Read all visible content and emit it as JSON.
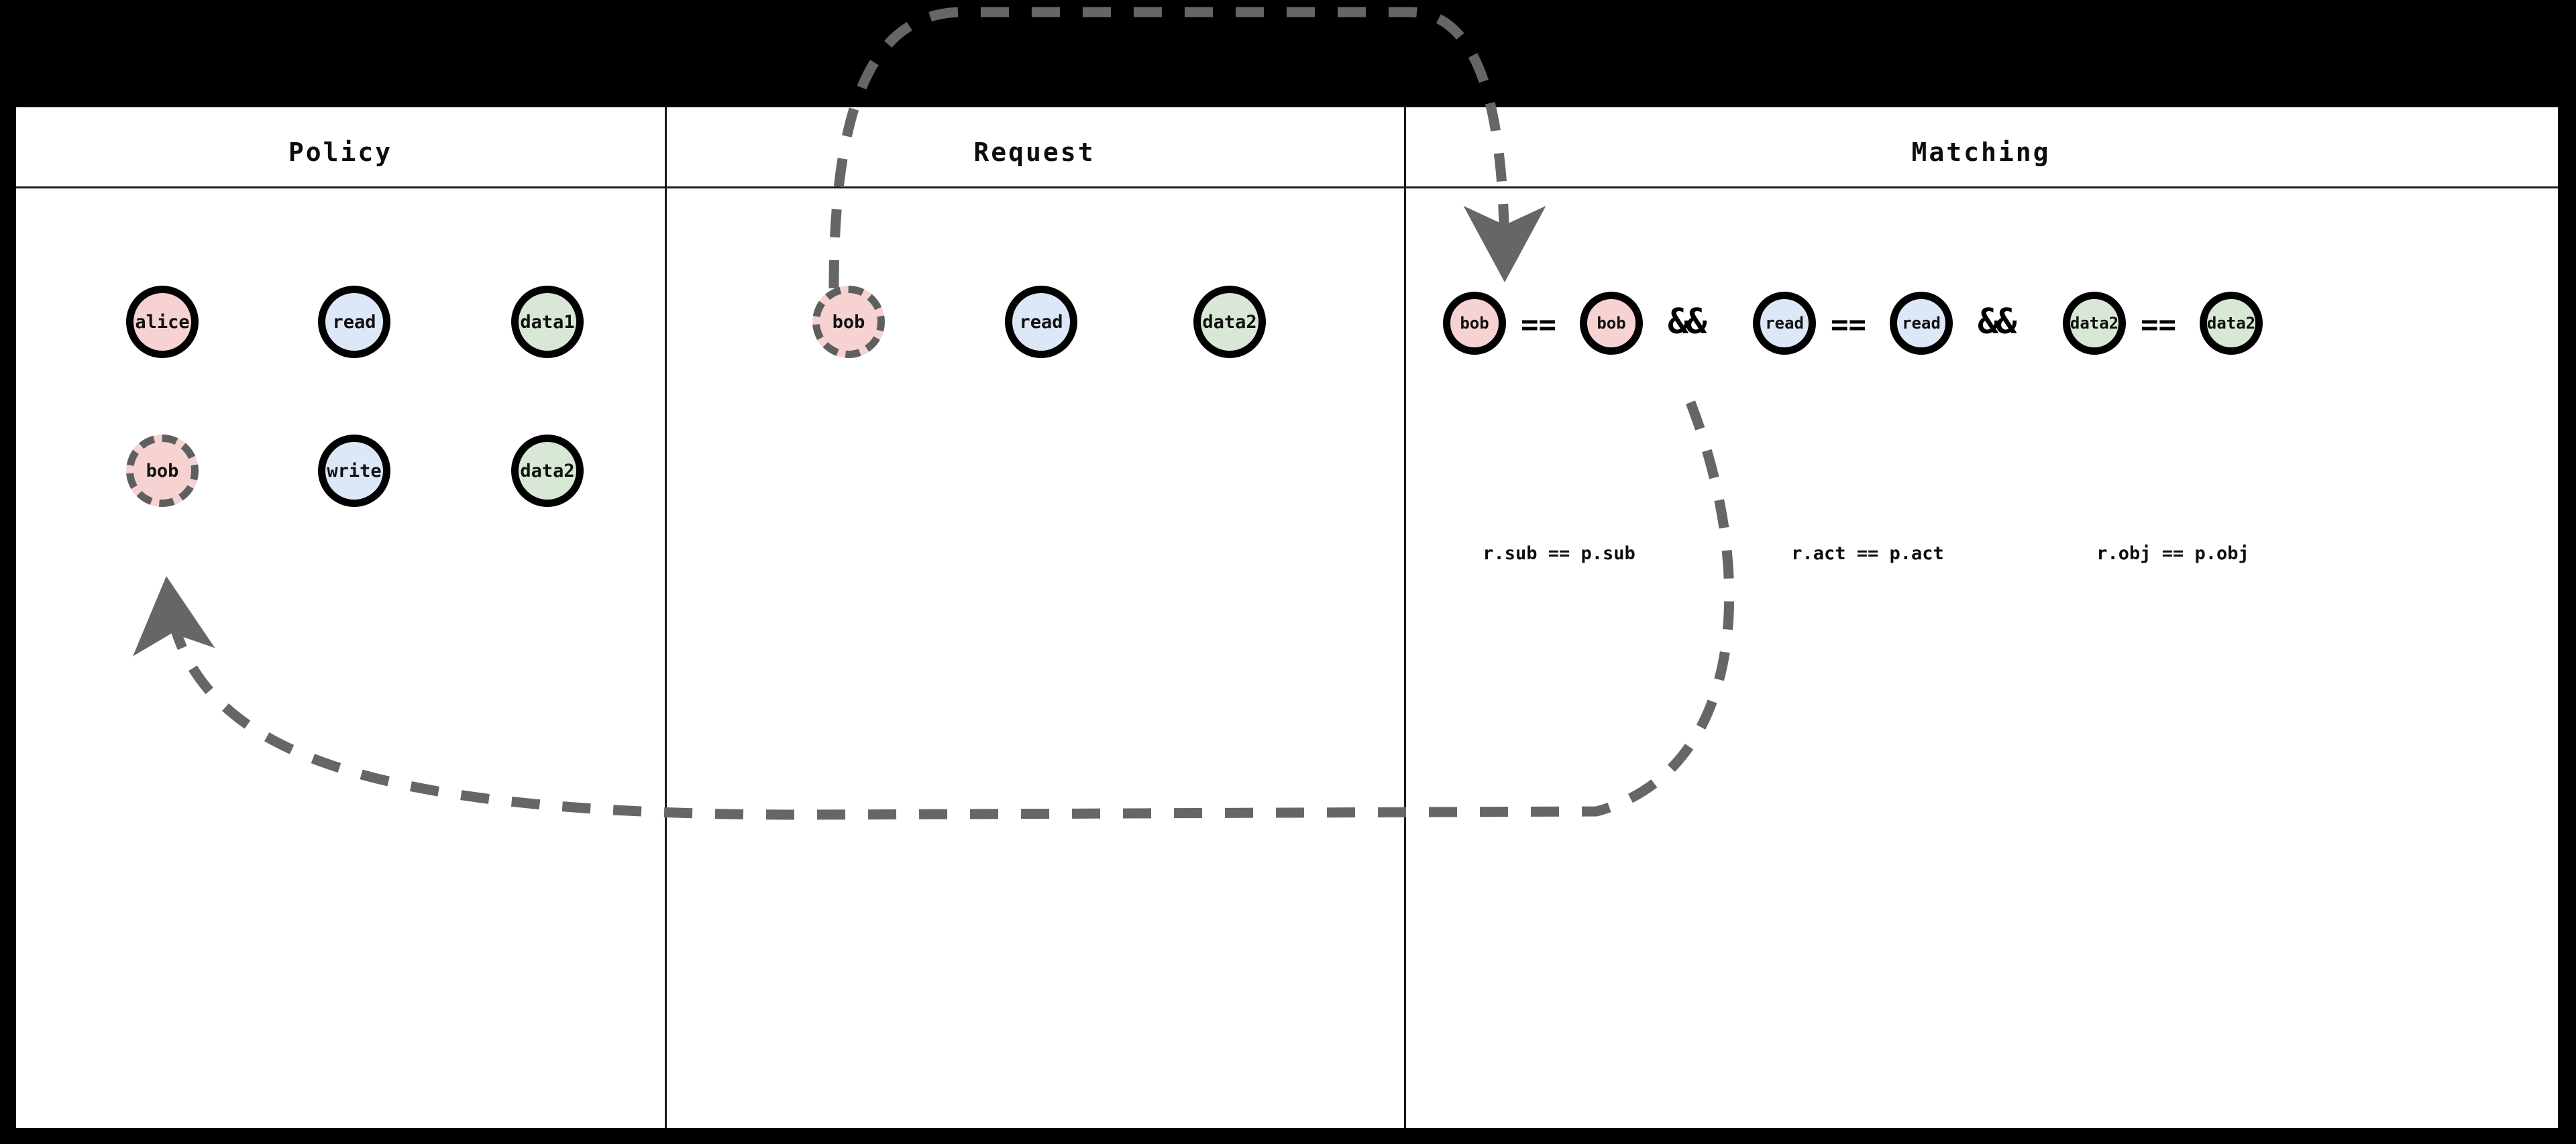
{
  "diagram": {
    "title_row": {
      "columns": [
        {
          "id": "policy",
          "label": "Policy"
        },
        {
          "id": "request",
          "label": "Request"
        },
        {
          "id": "matching",
          "label": "Matching"
        }
      ]
    },
    "policy": {
      "rows": [
        [
          {
            "label": "alice",
            "kind": "subject",
            "color": "pink",
            "highlight": false
          },
          {
            "label": "read",
            "kind": "action",
            "color": "blue",
            "highlight": false
          },
          {
            "label": "data1",
            "kind": "object",
            "color": "green",
            "highlight": false
          }
        ],
        [
          {
            "label": "bob",
            "kind": "subject",
            "color": "pink",
            "highlight": true
          },
          {
            "label": "write",
            "kind": "action",
            "color": "blue",
            "highlight": false
          },
          {
            "label": "data2",
            "kind": "object",
            "color": "green",
            "highlight": false
          }
        ]
      ]
    },
    "request": {
      "rows": [
        [
          {
            "label": "bob",
            "kind": "subject",
            "color": "pink",
            "highlight": true
          },
          {
            "label": "read",
            "kind": "action",
            "color": "blue",
            "highlight": false
          },
          {
            "label": "data2",
            "kind": "object",
            "color": "green",
            "highlight": false
          }
        ]
      ]
    },
    "matching": {
      "groups": [
        {
          "id": "sub",
          "left": {
            "label": "bob",
            "color": "pink",
            "highlight": false
          },
          "operator": "==",
          "right": {
            "label": "bob",
            "color": "pink",
            "highlight": false
          },
          "caption": "r.sub == p.sub",
          "join_after": "&&"
        },
        {
          "id": "act",
          "left": {
            "label": "read",
            "color": "blue",
            "highlight": false
          },
          "operator": "==",
          "right": {
            "label": "read",
            "color": "blue",
            "highlight": false
          },
          "caption": "r.act == p.act",
          "join_after": "&&"
        },
        {
          "id": "obj",
          "left": {
            "label": "data2",
            "color": "green",
            "highlight": false
          },
          "operator": "==",
          "right": {
            "label": "data2",
            "color": "green",
            "highlight": false
          },
          "caption": "r.obj == p.obj",
          "join_after": ""
        }
      ]
    },
    "arrows": [
      {
        "id": "request-to-matching",
        "from": "request.bob",
        "to": "matching.sub.left",
        "style": "dashed",
        "color": "#666666",
        "arrowhead": "end"
      },
      {
        "id": "matching-to-policy",
        "from": "matching.sub.right",
        "to": "policy.bob",
        "style": "dashed",
        "color": "#666666",
        "arrowhead": "end"
      }
    ],
    "colors": {
      "subject_fill": "#f7d2d2",
      "action_fill": "#dce7f7",
      "object_fill": "#d9e8d6",
      "node_border": "#000000",
      "highlight_border": "#5f5f5f",
      "arrow": "#666666",
      "frame": "#1a1a1a",
      "canvas": "#ffffff",
      "background": "#000000"
    }
  }
}
